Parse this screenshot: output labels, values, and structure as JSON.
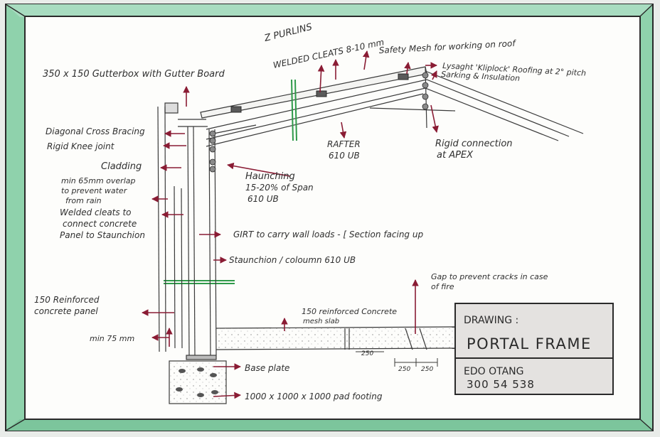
{
  "labels": {
    "purlins": "Z PURLINS",
    "welded_cleats_top": "WELDED CLEATS 8-10 mm",
    "safety_mesh": "Safety Mesh for working on roof",
    "gutterbox": "350 x 150 Gutterbox with Gutter Board",
    "roofing_line1": "Lysaght 'Kliplock' Roofing at 2° pitch",
    "roofing_line2": "Sarking & Insulation",
    "diagonal_bracing": "Diagonal Cross Bracing",
    "knee_joint": "Rigid Knee joint",
    "rafter_line1": "RAFTER",
    "rafter_line2": "610 UB",
    "rigid_apex_line1": "Rigid connection",
    "rigid_apex_line2": "at APEX",
    "cladding": "Cladding",
    "haunching_line1": "Haunching",
    "haunching_line2": "15-20% of Span",
    "haunching_line3": "610 UB",
    "overlap_line1": "min 65mm overlap",
    "overlap_line2": "to prevent water",
    "overlap_line3": "from rain",
    "cleats_line1": "Welded cleats to",
    "cleats_line2": "connect concrete",
    "cleats_line3": "Panel to Staunchion",
    "girt": "GIRT to carry wall loads - [ Section facing up",
    "stanchion": "Staunchion / coloumn  610 UB",
    "gap_line1": "Gap to prevent cracks in case",
    "gap_line2": "of fire",
    "panel_line1": "150 Reinforced",
    "panel_line2": "concrete panel",
    "slab_line1": "150 reinforced Concrete",
    "slab_line2": "mesh slab",
    "min75": "min 75 mm",
    "base_plate": "Base plate",
    "pad_footing": "1000 x 1000 x 1000 pad footing",
    "dim_250_a": "250",
    "dim_250_b": "250",
    "dim_250_c": "250"
  },
  "title_block": {
    "heading": "DRAWING :",
    "title": "PORTAL FRAME",
    "author": "EDO OTANG",
    "student_id": "300 54 538"
  },
  "colors": {
    "frame_green": "#7fc8a0",
    "leader_red": "#8a1c34",
    "pencil": "#3a3a3a",
    "paper": "#fdfdfb",
    "title_fill": "#e4e2e0"
  }
}
